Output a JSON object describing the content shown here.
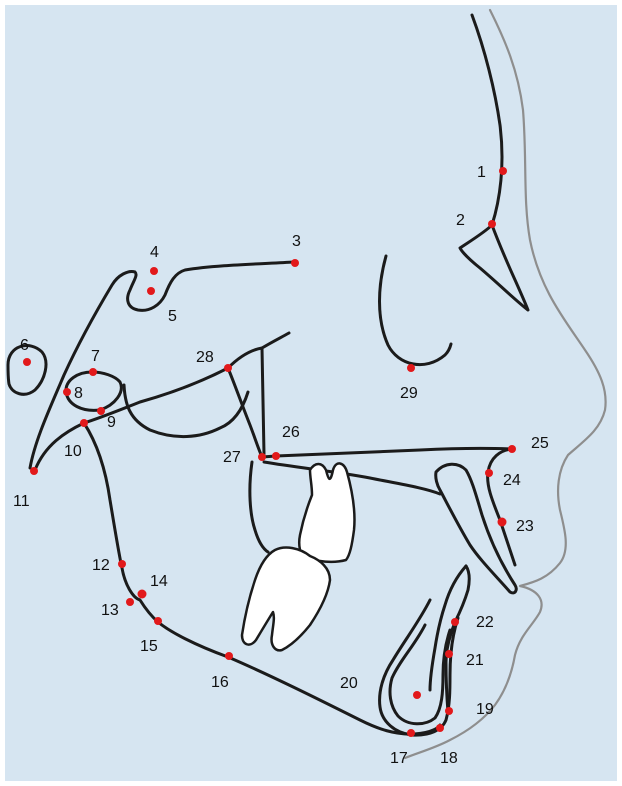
{
  "landmarks": [
    {
      "id": "lm-1",
      "label": "1"
    },
    {
      "id": "lm-2",
      "label": "2"
    },
    {
      "id": "lm-3",
      "label": "3"
    },
    {
      "id": "lm-4",
      "label": "4"
    },
    {
      "id": "lm-5",
      "label": "5"
    },
    {
      "id": "lm-6",
      "label": "6"
    },
    {
      "id": "lm-7",
      "label": "7"
    },
    {
      "id": "lm-8",
      "label": "8"
    },
    {
      "id": "lm-9",
      "label": "9"
    },
    {
      "id": "lm-10",
      "label": "10"
    },
    {
      "id": "lm-11",
      "label": "11"
    },
    {
      "id": "lm-12",
      "label": "12"
    },
    {
      "id": "lm-13",
      "label": "13"
    },
    {
      "id": "lm-14",
      "label": "14"
    },
    {
      "id": "lm-15",
      "label": "15"
    },
    {
      "id": "lm-16",
      "label": "16"
    },
    {
      "id": "lm-17",
      "label": "17"
    },
    {
      "id": "lm-18",
      "label": "18"
    },
    {
      "id": "lm-19",
      "label": "19"
    },
    {
      "id": "lm-20",
      "label": "20"
    },
    {
      "id": "lm-21",
      "label": "21"
    },
    {
      "id": "lm-22",
      "label": "22"
    },
    {
      "id": "lm-23",
      "label": "23"
    },
    {
      "id": "lm-24",
      "label": "24"
    },
    {
      "id": "lm-25",
      "label": "25"
    },
    {
      "id": "lm-26",
      "label": "26"
    },
    {
      "id": "lm-27",
      "label": "27"
    },
    {
      "id": "lm-28",
      "label": "28"
    },
    {
      "id": "lm-29",
      "label": "29"
    }
  ],
  "colors": {
    "background": "#d6e5f1",
    "trace": "#1b1b1b",
    "soft_tissue": "#8e8e8e",
    "landmark_point": "#e2191b"
  }
}
